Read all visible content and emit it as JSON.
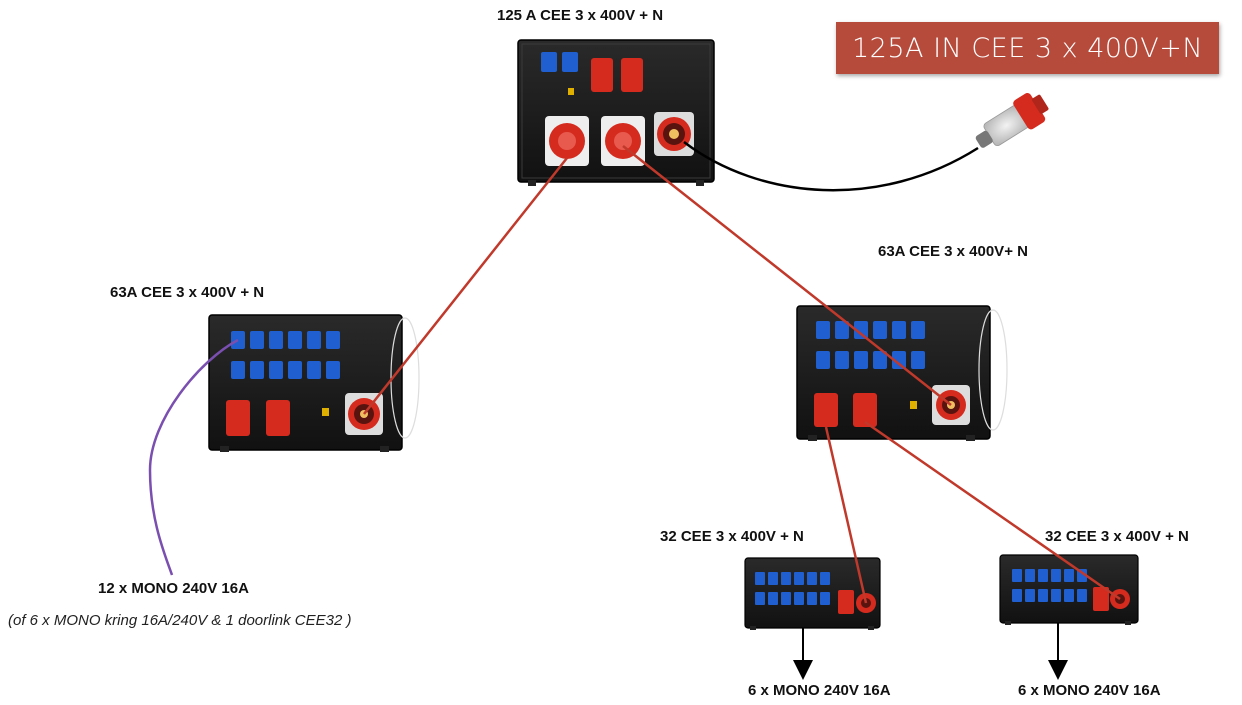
{
  "banner": {
    "text": "125A IN CEE 3 x 400V+N"
  },
  "labels": {
    "main_box": "125 A CEE 3 x 400V + N",
    "left_box": "63A CEE 3 x 400V + N",
    "right_box": "63A CEE 3 x 400V+ N",
    "small_box_1": "32 CEE 3 x 400V + N",
    "small_box_2": "32 CEE 3 x 400V + N",
    "mono_left": "12 x MONO 240V 16A",
    "mono_left_note": "(of   6 x MONO kring 16A/240V & 1 doorlink CEE32 )",
    "mono_bottom_1": "6 x MONO 240V 16A",
    "mono_bottom_2": "6 x MONO 240V 16A"
  },
  "colors": {
    "banner_bg": "#b64b3c",
    "cable_red": "#c0392b",
    "cable_black": "#000000",
    "cable_purple": "#7a4fb0",
    "cee_red": "#d52b1e",
    "schuko_blue": "#1f5fd0",
    "box_body": "#1a1a1a"
  }
}
